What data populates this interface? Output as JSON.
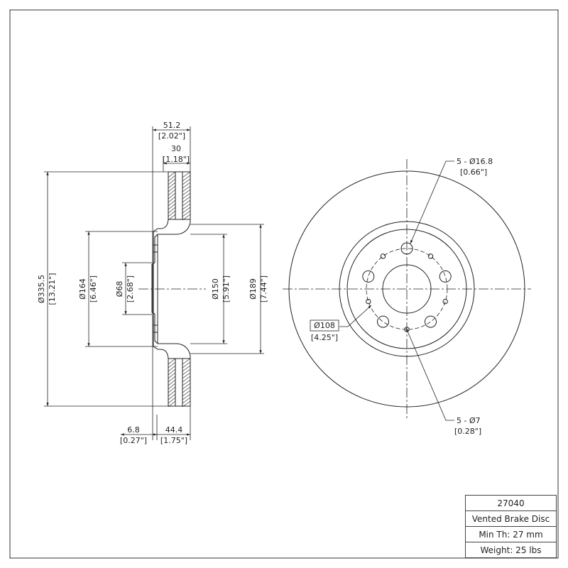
{
  "side_view": {
    "overall_width": {
      "mm": "51.2",
      "in": "[2.02\"]"
    },
    "disc_thickness": {
      "mm": "30",
      "in": "[1.18\"]"
    },
    "outer_diameter": {
      "mm": "Ø335.5",
      "in": "[13.21\"]"
    },
    "hat_outer_diameter": {
      "mm": "Ø164",
      "in": "[6.46\"]"
    },
    "center_bore": {
      "mm": "Ø68",
      "in": "[2.68\"]"
    },
    "hat_inner_diameter": {
      "mm": "Ø150",
      "in": "[5.91\"]"
    },
    "inner_friction_diameter": {
      "mm": "Ø189",
      "in": "[7.44\"]"
    },
    "flange_thickness": {
      "mm": "6.8",
      "in": "[0.27\"]"
    },
    "hat_height": {
      "mm": "44.4",
      "in": "[1.75\"]"
    }
  },
  "front_view": {
    "lug_holes": {
      "mm": "5 - Ø16.8",
      "in": "[0.66\"]"
    },
    "bolt_circle": {
      "mm": "Ø108",
      "in": "[4.25\"]"
    },
    "small_holes": {
      "mm": "5 - Ø7",
      "in": "[0.28\"]"
    }
  },
  "title_block": {
    "part_number": "27040",
    "description": "Vented Brake Disc",
    "min_thickness": "Min Th: 27 mm",
    "weight": "Weight: 25 lbs"
  }
}
